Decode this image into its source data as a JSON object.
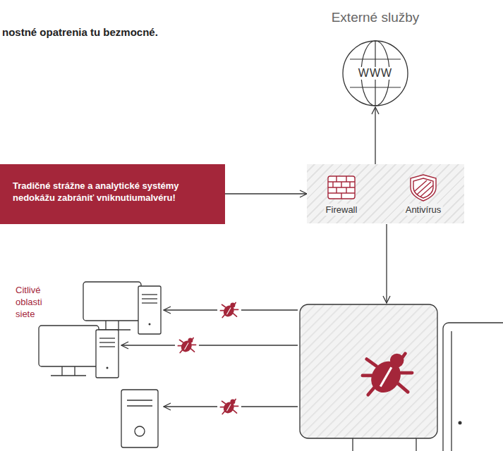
{
  "diagram": {
    "title": "nostné opatrenia tu bezmocné.",
    "nodes": [
      {
        "text": [
          "Externé služby",
          "WWW"
        ]
      },
      {
        "text": [
          "Tradičné strážne a analytické systémy nedokážu zabrániť vniknutiumalvéru!"
        ]
      },
      {
        "text": [
          "Firewall",
          "Antivírus"
        ]
      }
    ],
    "edges": [
      {
        "from": 1,
        "to": 2,
        "arrow": "to"
      },
      {
        "from": 2,
        "to": 0,
        "arrow": "to"
      }
    ],
    "labels": [
      "Citlivé oblasti siete"
    ]
  }
}
